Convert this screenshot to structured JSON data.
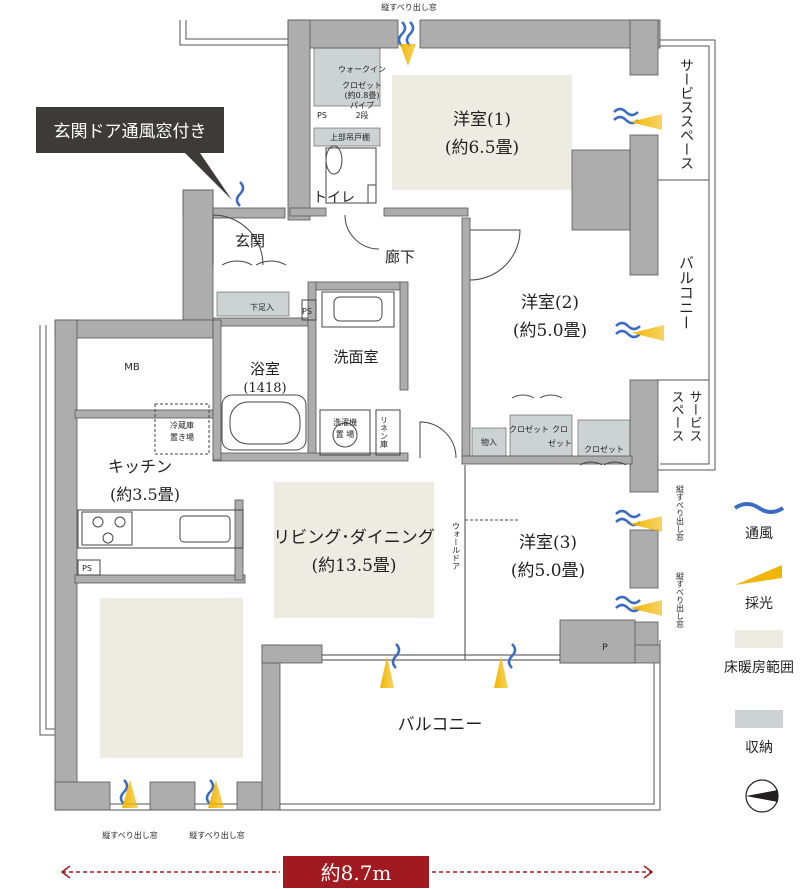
{
  "callout": "玄関ドア通風窓付き",
  "rooms": {
    "western1_name": "洋室(1)",
    "western1_area": "(約6.5畳)",
    "western2_name": "洋室(2)",
    "western2_area": "(約5.0畳)",
    "western3_name": "洋室(3)",
    "western3_area": "(約5.0畳)",
    "living_name": "リビング･ダイニング",
    "living_area": "(約13.5畳)",
    "kitchen_name": "キッチン",
    "kitchen_area": "(約3.5畳)",
    "bath_name": "浴室",
    "bath_size": "(1418)",
    "washroom": "洗面室",
    "toilet": "トイレ",
    "entrance": "玄関",
    "corridor": "廊下",
    "balcony_bottom": "バルコニー",
    "balcony_right": "バルコニー",
    "service_space_top": "サービススペース",
    "service_space_mid_1": "サービス",
    "service_space_mid_2": "スペース"
  },
  "small_labels": {
    "walkin": "ウォークイン",
    "closet_08_1": "クロゼット",
    "closet_08_2": "(約0.8畳)",
    "pipe_1": "パイプ",
    "pipe_2": "2段",
    "upper_shelf": "上部吊戸棚",
    "ps_top": "PS",
    "ps_mid": "PS",
    "ps_kitchen": "PS",
    "shoe_box": "下足入",
    "mb": "MB",
    "fridge_1": "冷蔵庫",
    "fridge_2": "置き場",
    "laundry_1": "洗濯機",
    "laundry_2": "置 場",
    "linen": "リネン庫",
    "storage": "物入",
    "closet_a": "クロゼット",
    "closet_b_1": "クロ",
    "closet_b_2": "ゼット",
    "closet_c": "クロゼット",
    "wall_door": "ウォールドア",
    "p_mark": "P",
    "window_top": "縦すべり出し窓",
    "window_right_1": "縦すべり出し窓",
    "window_right_2": "縦すべり出し窓",
    "window_bottom_1": "縦すべり出し窓",
    "window_bottom_2": "縦すべり出し窓"
  },
  "legend": {
    "ventilation": "通風",
    "daylight": "採光",
    "floor_heating": "床暖房範囲",
    "storage": "収納"
  },
  "width_label": "約8.7m",
  "colors": {
    "wall": "#adadad",
    "floor_heating": "#eeebe3",
    "storage": "#cdd3d2",
    "wind": "#3b6bc2",
    "light": "#f2b600",
    "dimension_red": "#a11a1f",
    "callout_bg": "#3d3a39"
  }
}
